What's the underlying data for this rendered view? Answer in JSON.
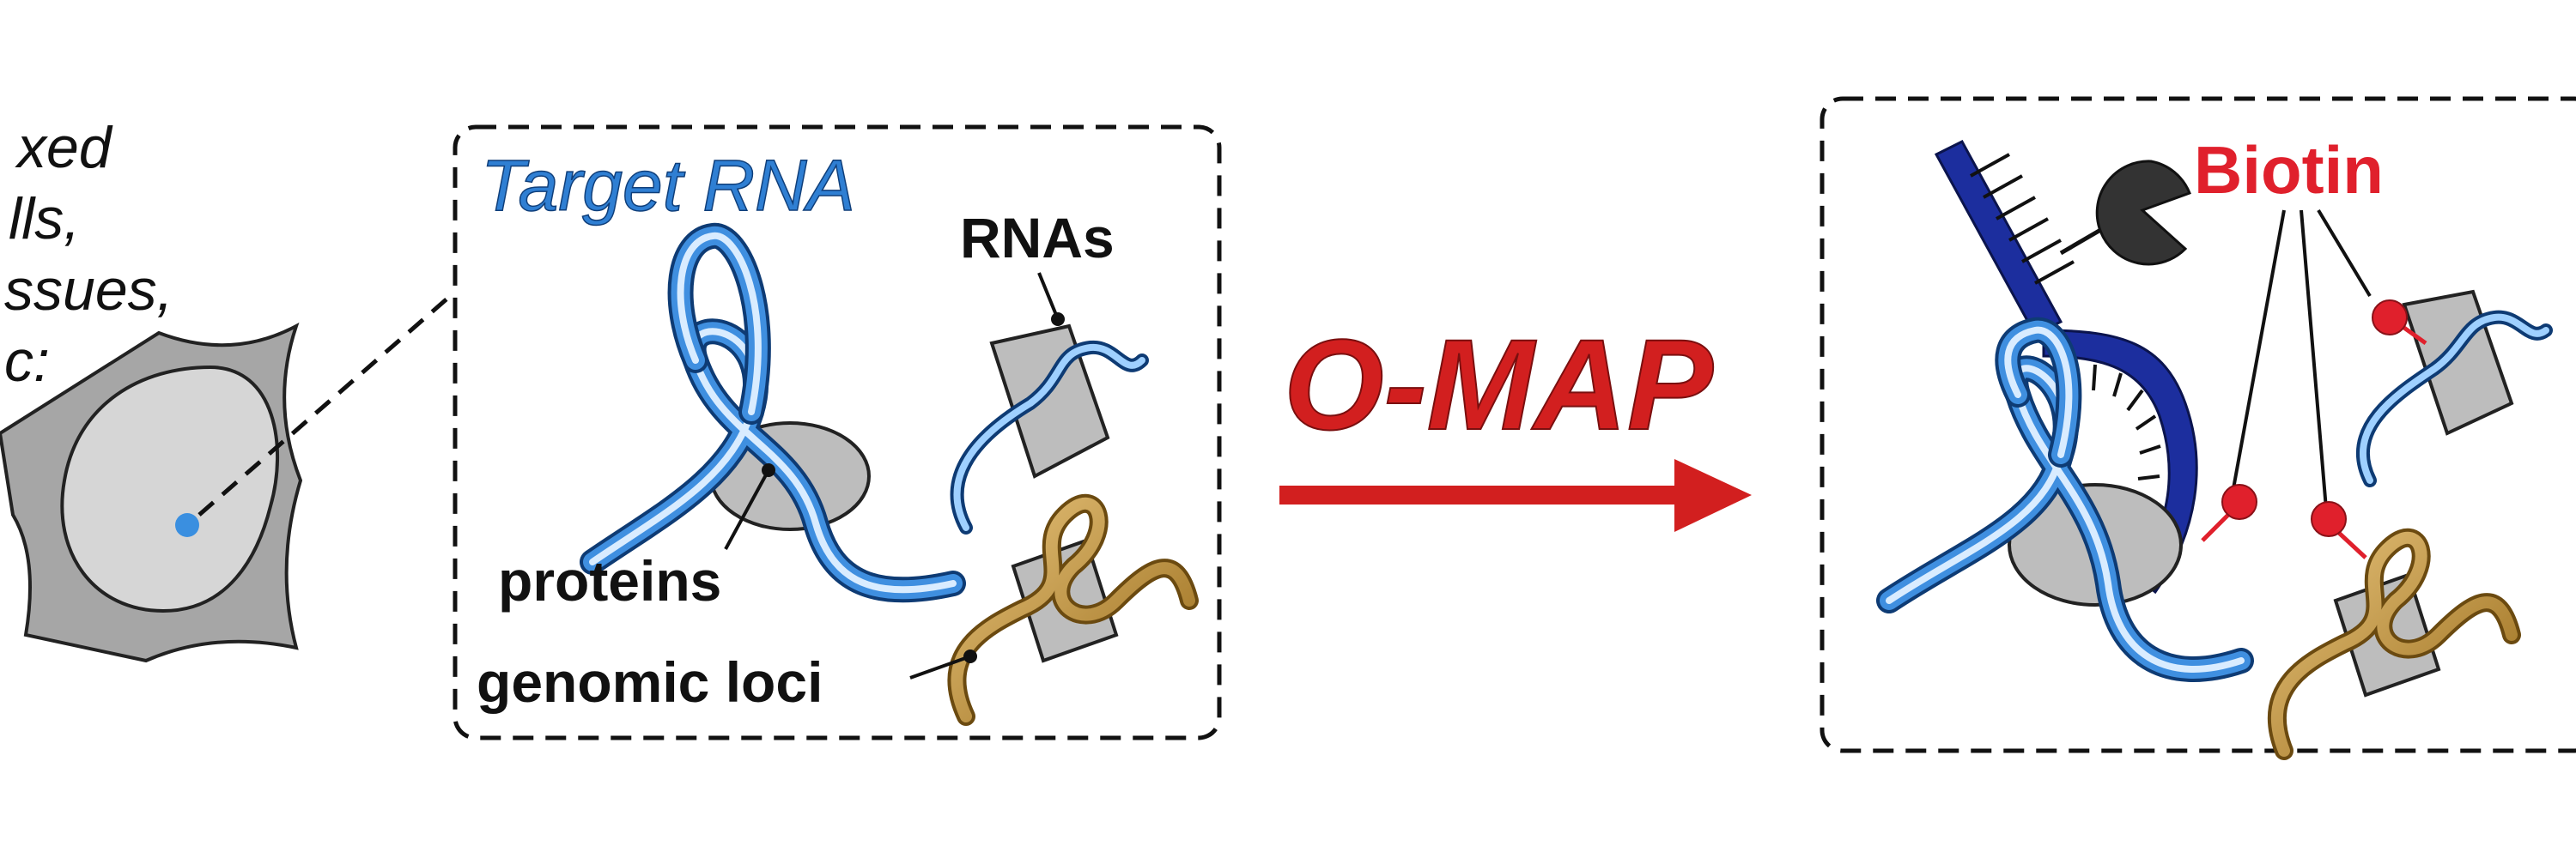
{
  "left_panel": {
    "caption_lines": [
      "xed",
      "lls,",
      "ssues,",
      "c:"
    ]
  },
  "middle_panel": {
    "target_label": "Target RNA",
    "rnas_label": "RNAs",
    "proteins_label": "proteins",
    "genomic_loci_label": "genomic loci"
  },
  "process": {
    "label": "O-MAP"
  },
  "right_panel": {
    "biotin_label": "Biotin"
  },
  "colors": {
    "target_rna": "#2f7fd3",
    "omap_red": "#d21f1f",
    "biotin_red": "#e0202c",
    "probe_blue": "#1c2e9e",
    "genomic_gold": "#b8892c",
    "cell_gray": "#a6a6a6",
    "nucleus_gray": "#d6d6d6",
    "protein_gray": "#bdbdbd",
    "enzyme_dark": "#333333",
    "dot_blue": "#3a8fe0"
  }
}
